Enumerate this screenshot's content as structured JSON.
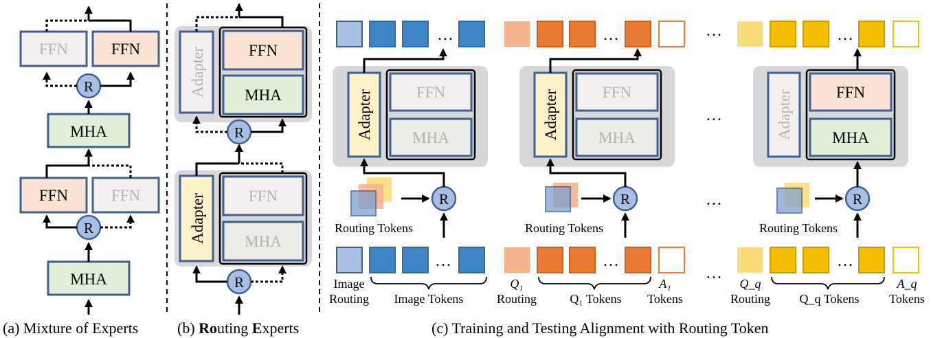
{
  "colors": {
    "blue_dark": "#3f86c8",
    "blue_light": "#a8bfe3",
    "orange_dark": "#ea7b34",
    "orange_light": "#f4b38d",
    "yellow_dark": "#f5bf00",
    "yellow_light": "#fbdb7a",
    "box_border": "#3f5f94",
    "ffn_fill": "#fbe3d6",
    "mha_fill": "#e1efda",
    "adapter_fill": "#fdf1c8",
    "router_fill": "#a8bfe3",
    "panel_gray": "#d8d8d8",
    "disabled_text": "#b3b3b3"
  },
  "labels": {
    "ffn": "FFN",
    "mha": "MHA",
    "adapter": "Adapter",
    "router": "R",
    "ellipsis": "…",
    "routing_tokens": "Routing Tokens",
    "image_routing": [
      "Image",
      "Routing"
    ],
    "image_tokens": "Image Tokens",
    "q1_routing": [
      "Q₁",
      "Routing"
    ],
    "q1_tokens": "Q₁ Tokens",
    "a1_tokens": [
      "A₁",
      "Tokens"
    ],
    "qq_routing": [
      "Q_q",
      "Routing"
    ],
    "qq_tokens": "Q_q Tokens",
    "aq_tokens": [
      "A_q",
      "Tokens"
    ]
  },
  "captions": {
    "a": "(a) Mixture of Experts",
    "b_prefix": "(b) ",
    "b_bold1": "Ro",
    "b_mid": "uting ",
    "b_bold2": "E",
    "b_suffix": "xperts",
    "c": "(c) Training and Testing Alignment with Routing Token"
  }
}
